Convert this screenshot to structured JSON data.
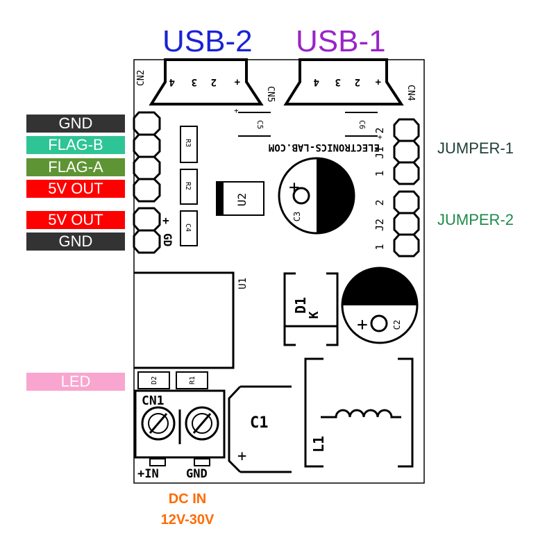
{
  "headers": {
    "usb2": "USB-2",
    "usb1": "USB-1",
    "usb2_color": "#1a22d6",
    "usb1_color": "#9a24c8"
  },
  "left_labels": [
    {
      "text": "GND",
      "color": "#333333"
    },
    {
      "text": "FLAG-B",
      "color": "#2fc495"
    },
    {
      "text": "FLAG-A",
      "color": "#5e9433"
    },
    {
      "text": "5V OUT",
      "color": "#ff0000"
    },
    {
      "text": "5V OUT",
      "color": "#ff0000"
    },
    {
      "text": "GND",
      "color": "#333333"
    },
    {
      "text": "LED",
      "color": "#f8a6cf"
    }
  ],
  "jumpers": {
    "j1": "JUMPER-1",
    "j2": "JUMPER-2",
    "j1_color": "#1f3d37",
    "j2_color": "#1e8a4a"
  },
  "dc_in": {
    "line1": "DC IN",
    "line2": "12V-30V",
    "color": "#ff6a00"
  },
  "pcb": {
    "brand": "ELECTRONICS-LAB.COM",
    "cn2": "CN2",
    "cn5": "CN5",
    "cn4": "CN4",
    "usb_pins": [
      "4",
      "3",
      "2",
      "+"
    ],
    "c5": "C5",
    "c6": "C6",
    "r3": "R3",
    "r2": "R2",
    "c4": "C4",
    "u2": "U2",
    "c3": "C3",
    "plus": "+",
    "j1_label": "J1",
    "j2_label": "J2",
    "jumper_pin_top": "2",
    "jumper_pin_bottom": "1",
    "gd": "GD",
    "u1": "U1",
    "d1": "D1",
    "k": "K",
    "c2": "C2",
    "d2": "D2",
    "r1": "R1",
    "cn1": "CN1",
    "c1": "C1",
    "l1": "L1",
    "in_label": "+IN",
    "gnd_label": "GND"
  }
}
